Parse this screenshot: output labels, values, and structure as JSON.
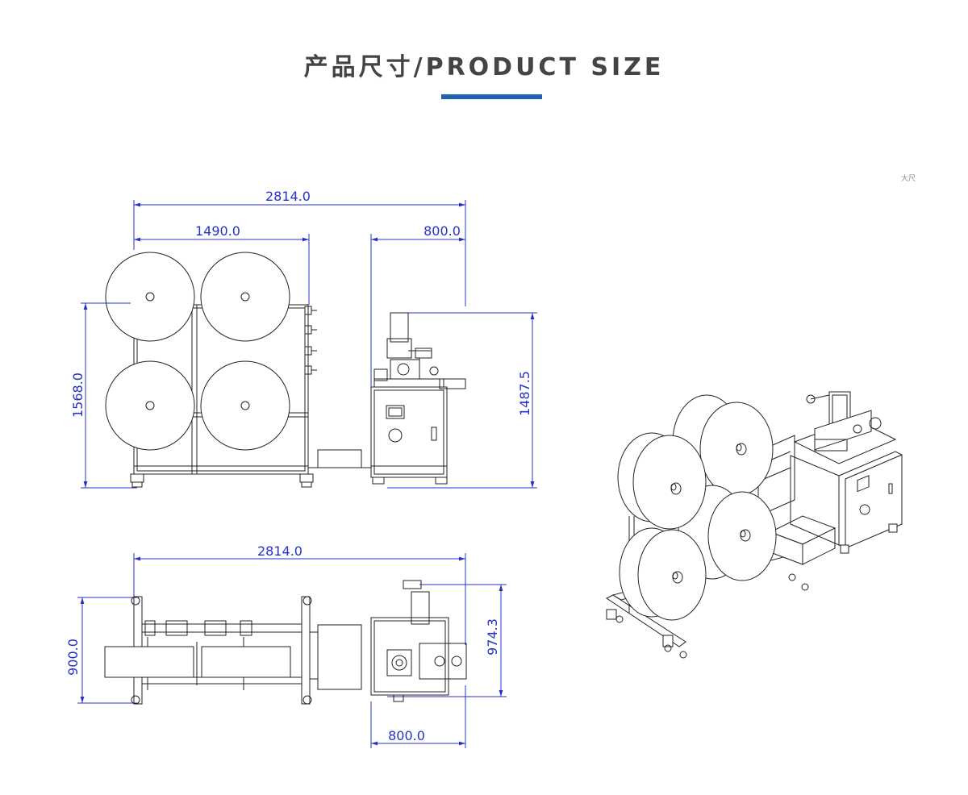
{
  "header": {
    "title": "产品尺寸/PRODUCT SIZE"
  },
  "colors": {
    "accent": "#1e63b0",
    "dimension": "#2432c8"
  },
  "front_view": {
    "dim_total_width": "2814.0",
    "dim_unwinder_width": "1490.0",
    "dim_machine_width": "800.0",
    "dim_height_left": "1568.0",
    "dim_height_right": "1487.5"
  },
  "top_view": {
    "dim_total_width": "2814.0",
    "dim_depth_left": "900.0",
    "dim_depth_right": "974.3",
    "dim_machine_width": "800.0"
  },
  "iso_view": {
    "corner_mark": "大尺"
  }
}
